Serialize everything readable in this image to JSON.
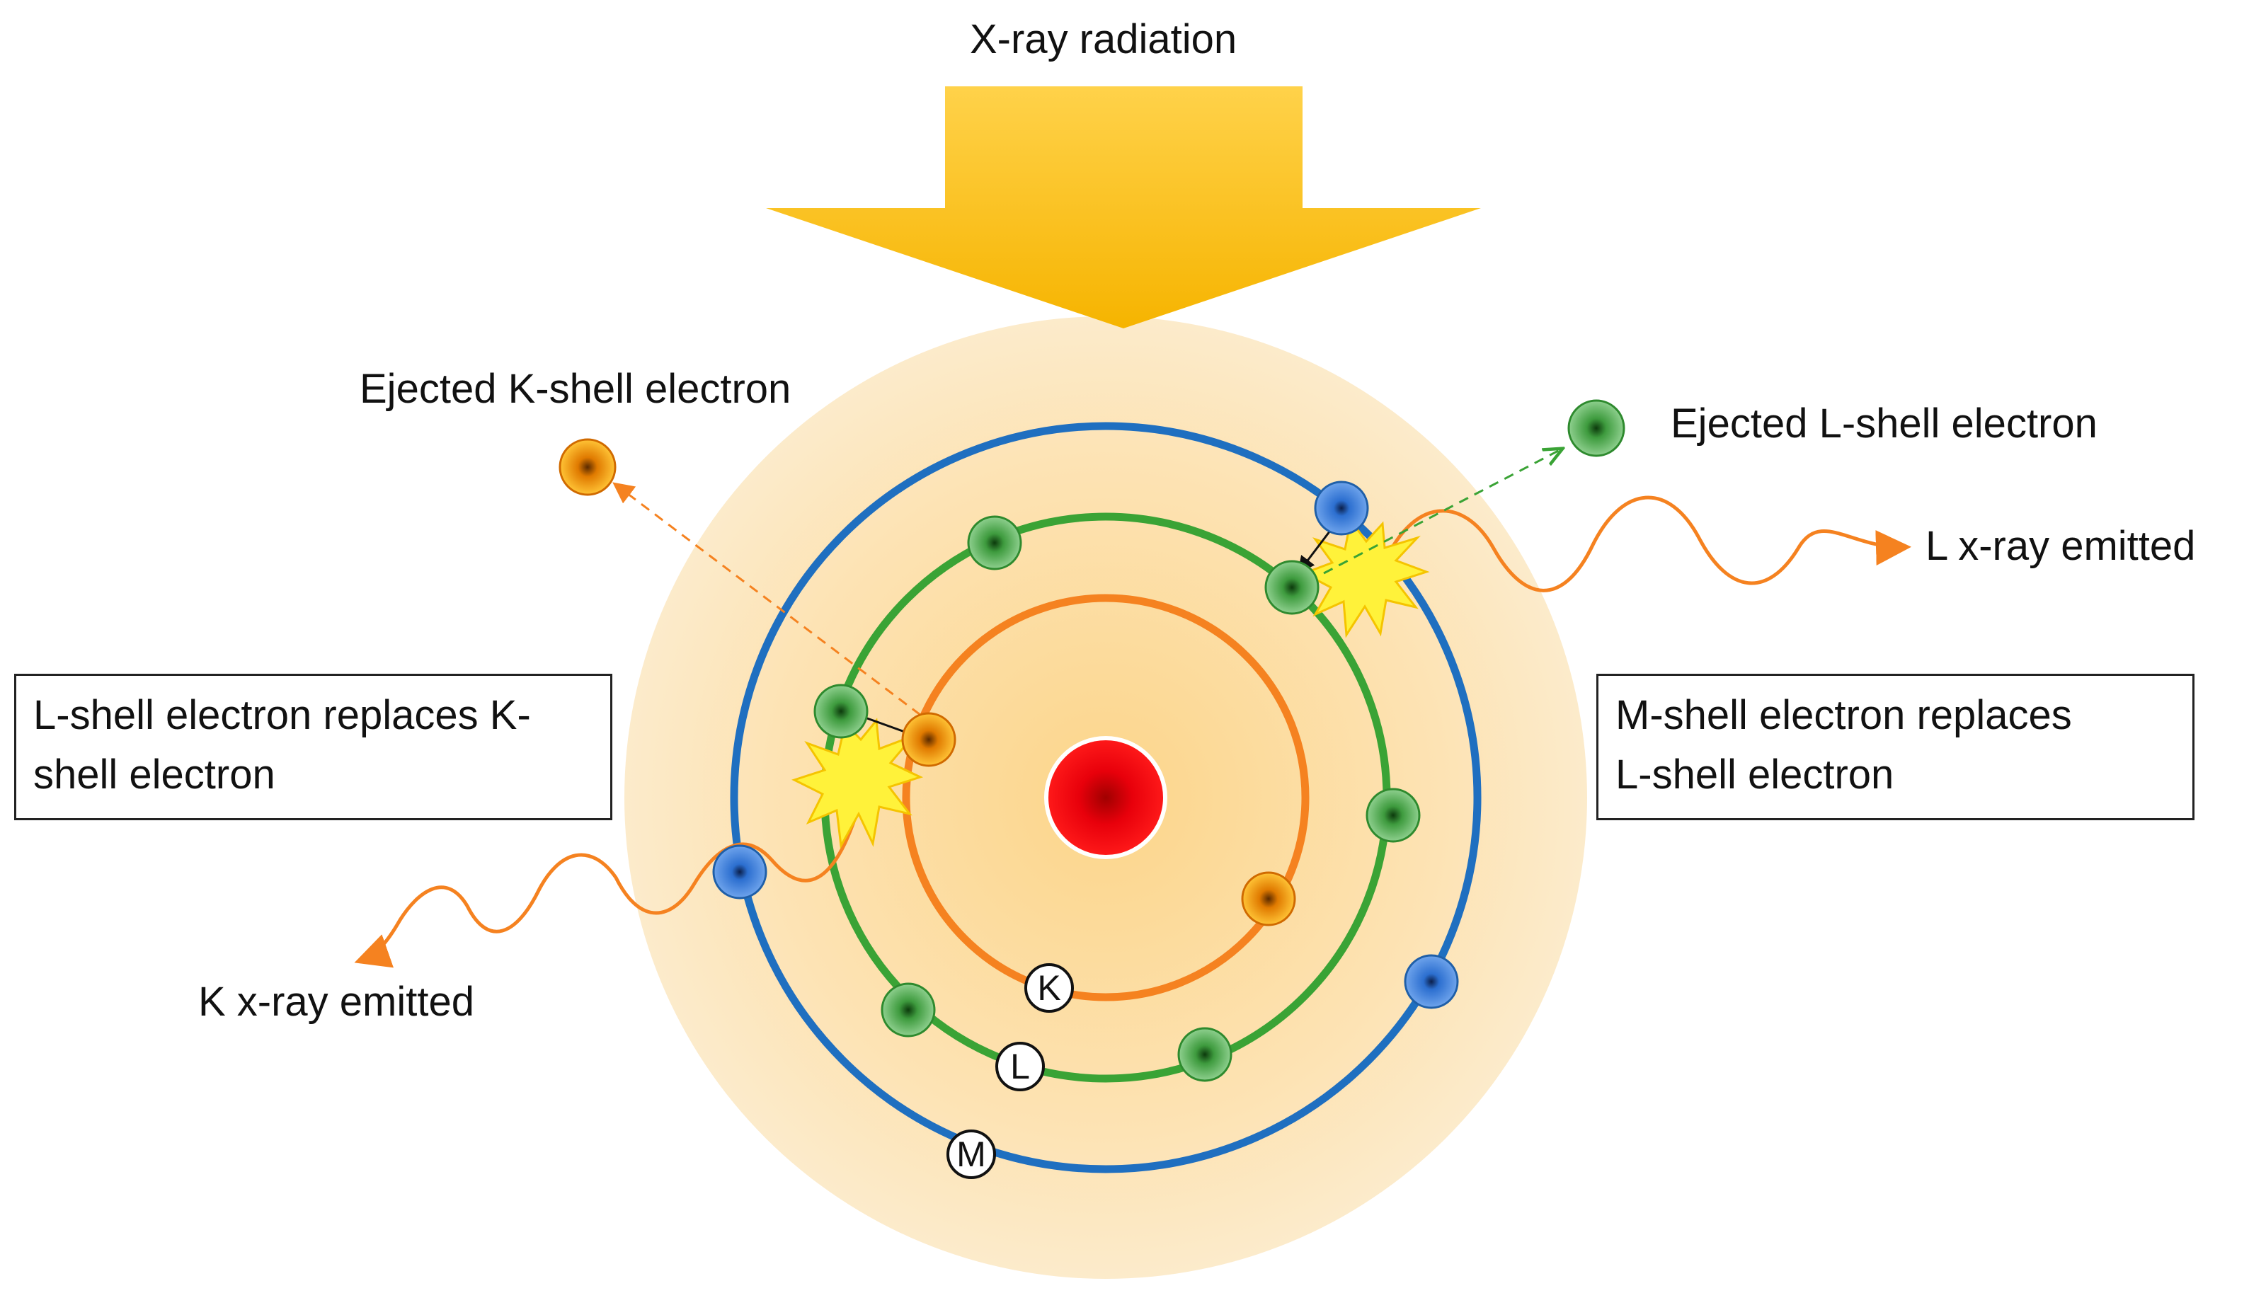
{
  "labels": {
    "title": "X-ray radiation",
    "ejected_k": "Ejected K-shell electron",
    "ejected_l": "Ejected L-shell electron",
    "l_xray": "L x-ray emitted",
    "k_xray": "K x-ray emitted"
  },
  "boxes": {
    "left": {
      "line1": "L-shell electron replaces K-",
      "line2": "shell electron"
    },
    "right": {
      "line1": "M-shell electron replaces",
      "line2": "L-shell electron"
    }
  },
  "shells": {
    "k": "K",
    "l": "L",
    "m": "M"
  },
  "colors": {
    "arrow": "#FFC000",
    "nucleus": "#E8000B",
    "k_shell": "#F58220",
    "l_shell": "#3AA335",
    "m_shell": "#1F6FC0",
    "glow": "#FBE3B6",
    "flash": "#FFF23A"
  }
}
